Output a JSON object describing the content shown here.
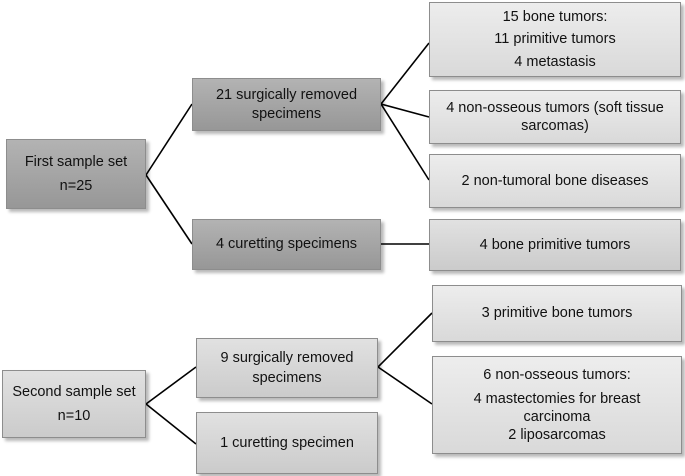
{
  "first_set": {
    "root": {
      "line1": "First sample set",
      "line2": "n=25"
    },
    "surgical": {
      "line1": "21 surgically removed",
      "line2": "specimens"
    },
    "curetting": {
      "label": "4 curetting specimens"
    },
    "bone_tumors": {
      "line1": "15 bone tumors:",
      "line2": "11 primitive tumors",
      "line3": "4 metastasis"
    },
    "non_osseous": {
      "line1": "4 non-osseous tumors (soft tissue",
      "line2": "sarcomas)"
    },
    "non_tumoral": {
      "label": "2 non-tumoral bone diseases"
    },
    "curetting_result": {
      "label": "4  bone primitive tumors"
    }
  },
  "second_set": {
    "root": {
      "line1": "Second sample set",
      "line2": "n=10"
    },
    "surgical": {
      "line1": "9 surgically removed",
      "line2": "specimens"
    },
    "curetting": {
      "label": "1 curetting specimen"
    },
    "primitive_bone": {
      "label": "3 primitive bone tumors"
    },
    "non_osseous": {
      "line1": "6 non-osseous tumors:",
      "line2": "4 mastectomies for breast",
      "line3": "carcinoma",
      "line4": "2 liposarcomas"
    }
  }
}
